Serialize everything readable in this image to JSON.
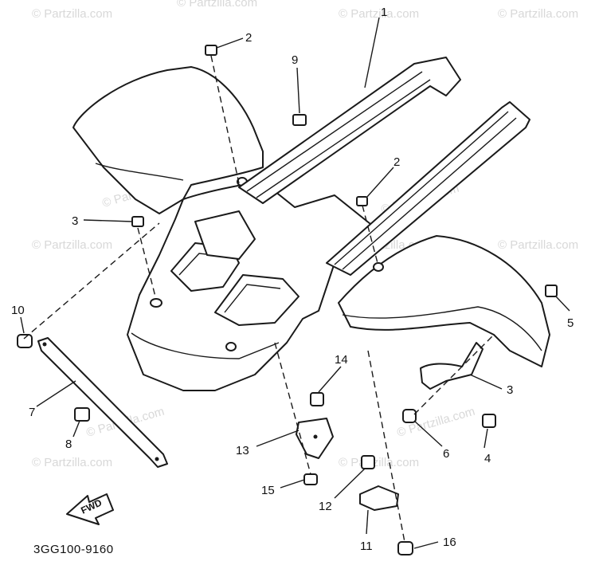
{
  "watermarks": [
    "© Partzilla.com",
    "© Partzilla.com",
    "© Partzilla.com",
    "© Partzilla.com",
    "© Partzilla.com",
    "© Partzilla.com",
    "© Partzilla.com",
    "© Partzilla.com",
    "© Partzilla.com",
    "© Partzilla.com",
    "© Partzilla.com",
    "© Partzilla.com",
    "© Partzilla.com"
  ],
  "callouts": {
    "c1": "1",
    "c2a": "2",
    "c2b": "2",
    "c3a": "3",
    "c3b": "3",
    "c4": "4",
    "c5": "5",
    "c6": "6",
    "c7": "7",
    "c8": "8",
    "c9": "9",
    "c10": "10",
    "c11": "11",
    "c12": "12",
    "c13": "13",
    "c14": "14",
    "c15": "15",
    "c16": "16"
  },
  "fwd_label": "FWD",
  "diagram_code": "3GG100-9160"
}
